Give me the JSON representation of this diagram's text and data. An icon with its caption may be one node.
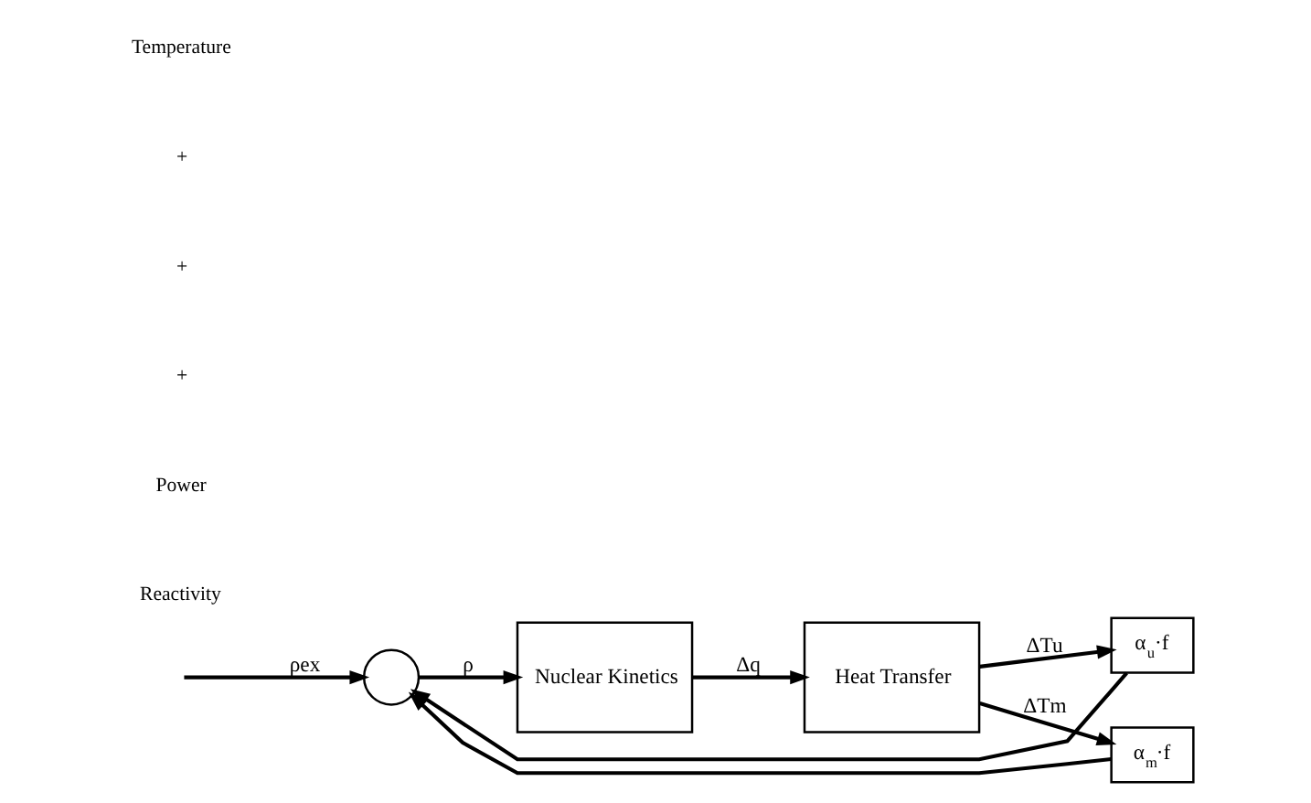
{
  "diagram": {
    "nodes": [
      {
        "text": [],
        "shape": "circle"
      },
      {
        "text": [
          "Nuclear Kinetics"
        ]
      },
      {
        "text": [
          "Heat Transfer"
        ]
      },
      {
        "text": [
          "α$_{u}$·f"
        ]
      },
      {
        "text": [
          "α$_{m}$·f"
        ]
      }
    ],
    "edges": [
      {
        "from": null,
        "to": 0,
        "arrow": "to",
        "label": "ρex"
      },
      {
        "from": 0,
        "to": 1,
        "arrow": "to",
        "label": "ρ"
      },
      {
        "from": 1,
        "to": 2,
        "arrow": "to",
        "label": "Δq"
      },
      {
        "from": 2,
        "to": 3,
        "arrow": "to",
        "label": "ΔTu"
      },
      {
        "from": 2,
        "to": 4,
        "arrow": "to",
        "label": "ΔTm"
      },
      {
        "from": 3,
        "to": 0,
        "arrow": "to"
      },
      {
        "from": 4,
        "to": 0,
        "arrow": "to"
      }
    ],
    "labels": [
      "Reactivity",
      "Power",
      "+",
      "+",
      "+",
      "Temperature"
    ]
  }
}
